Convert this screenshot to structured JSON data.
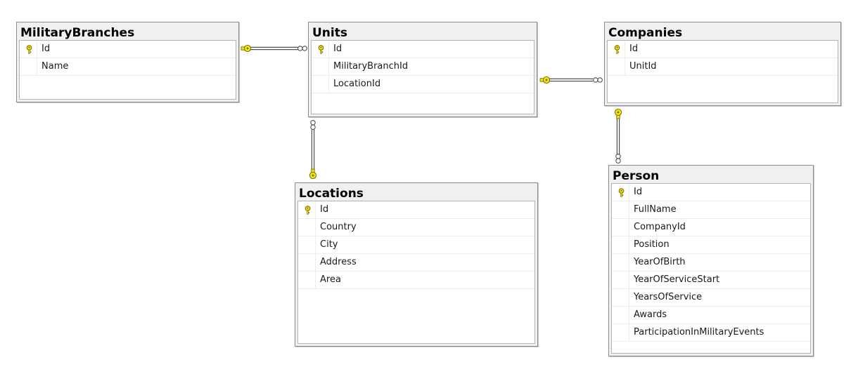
{
  "tables": {
    "military_branches": {
      "title": "MilitaryBranches",
      "columns": [
        "Id",
        "Name"
      ],
      "primary_key": "Id"
    },
    "units": {
      "title": "Units",
      "columns": [
        "Id",
        "MilitaryBranchId",
        "LocationId"
      ],
      "primary_key": "Id"
    },
    "companies": {
      "title": "Companies",
      "columns": [
        "Id",
        "UnitId"
      ],
      "primary_key": "Id"
    },
    "locations": {
      "title": "Locations",
      "columns": [
        "Id",
        "Country",
        "City",
        "Address",
        "Area"
      ],
      "primary_key": "Id"
    },
    "person": {
      "title": "Person",
      "columns": [
        "Id",
        "FullName",
        "CompanyId",
        "Position",
        "YearOfBirth",
        "YearOfServiceStart",
        "YearsOfService",
        "Awards",
        "ParticipationInMilitaryEvents"
      ],
      "primary_key": "Id"
    }
  },
  "relationships": [
    {
      "from": "MilitaryBranches",
      "to": "Units"
    },
    {
      "from": "Units",
      "to": "Companies"
    },
    {
      "from": "Locations",
      "to": "Units"
    },
    {
      "from": "Companies",
      "to": "Person"
    }
  ],
  "colors": {
    "key_icon": "#f2e600",
    "key_outline": "#6b6200",
    "line": "#505050",
    "title_bg": "#f0f0f0"
  }
}
